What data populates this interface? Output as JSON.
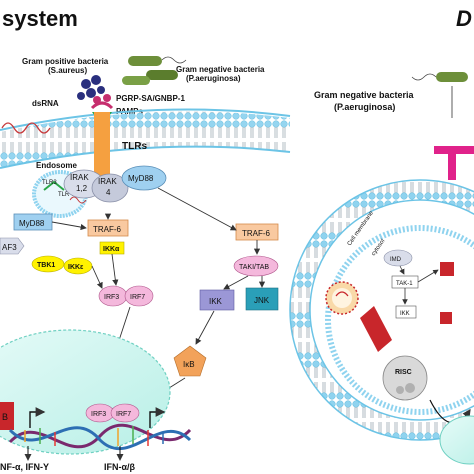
{
  "panel_left": {
    "title": "system",
    "gram_positive": [
      "Gram positive bacteria",
      "(S.aureus)"
    ],
    "gram_negative": [
      "Gram negative bacteria",
      "(P.aeruginosa)"
    ],
    "pgrp": "PGRP-SA/GNBP-1",
    "pamps": "PAMPs",
    "tlrs": "TLRs",
    "dsrna": "dsRNA",
    "endosome": "Endosome",
    "tlr3": "TLR3",
    "tlr78": "TLR 7/8",
    "irak12": [
      "IRAK",
      "1,2"
    ],
    "irak4": [
      "IRAK",
      "4"
    ],
    "myd88_a": "MyD88",
    "myd88_b": "MyD88",
    "traf6_a": "TRAF-6",
    "traf6_b": "TRAF-6",
    "ikka": "IKKα",
    "tbk1": "TBK1",
    "ikke": "IKKε",
    "traf3": "AF3",
    "taki_tab": "TAKI/TAB",
    "ikk": "IKK",
    "jnk": "JNK",
    "ikb": "IκB",
    "irf3": "IRF3",
    "irf7": "IRF7",
    "irf3_n": "IRF3",
    "irf7_n": "IRF7",
    "ifn_left": "NF-α, IFN-Y",
    "ifn_right": "IFN-α/β",
    "box_b": "B"
  },
  "panel_right": {
    "title": "D",
    "gram_negative": [
      "Gram negative bacteria",
      "(P.aeruginosa)"
    ],
    "cell_membrane": "Cell membrane",
    "cytosol": "cytosol",
    "imd": "IMD",
    "tak1": "TAK-1",
    "ikk": "IKK",
    "risc": "RISC"
  },
  "colors": {
    "membrane_head": "#8fd3ef",
    "nucleus": "#c8f5ef",
    "tlr_orange": "#f5a040",
    "myd88_blue": "#9fd0f0",
    "ikk_yellow": "#fff200",
    "irf_pink": "#f4b8dc",
    "traf_orange": "#f9c9a0",
    "ikk_purple": "#9b97d6",
    "jnk_teal": "#2a9fb8",
    "ikb_orange": "#f2a25a",
    "red_box": "#c8262b",
    "magenta": "#e0228a"
  }
}
